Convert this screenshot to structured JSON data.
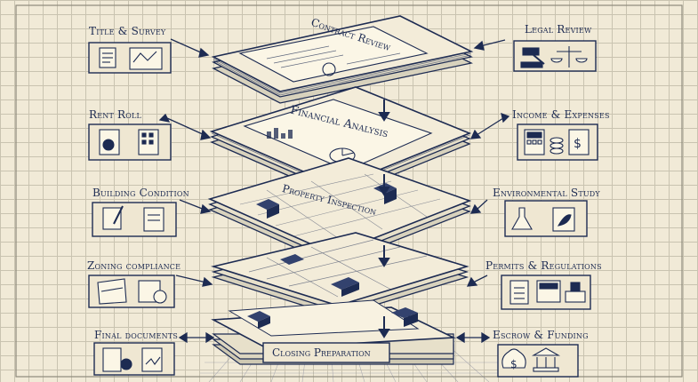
{
  "layers": [
    {
      "label": "Contract Review"
    },
    {
      "label": "Financial Analysis"
    },
    {
      "label": "Property Inspection"
    },
    {
      "label": "Closing Preparation"
    }
  ],
  "left_items": [
    {
      "label": "Title & Survey",
      "icons": [
        "document-icon",
        "survey-map-icon"
      ]
    },
    {
      "label": "Rent Roll",
      "icons": [
        "money-document-icon",
        "building-icon"
      ]
    },
    {
      "label": "Building Condition",
      "icons": [
        "checklist-pen-icon",
        "clipboard-icon"
      ]
    },
    {
      "label": "Zoning compliance",
      "icons": [
        "zoning-map-icon",
        "approved-document-icon"
      ]
    },
    {
      "label": "Final documents",
      "icons": [
        "money-document-icon",
        "signed-document-icon"
      ]
    }
  ],
  "right_items": [
    {
      "label": "Legal Review",
      "icons": [
        "gavel-icon",
        "scales-icon"
      ]
    },
    {
      "label": "Income & Expenses",
      "icons": [
        "calculator-icon",
        "coins-icon",
        "dollar-document-icon"
      ]
    },
    {
      "label": "Environmental Study",
      "icons": [
        "flask-icon",
        "leaf-document-icon"
      ]
    },
    {
      "label": "Permits & Regulations",
      "icons": [
        "checklist-icon",
        "calculator-icon",
        "stamp-icon"
      ]
    },
    {
      "label": "Escrow & Funding",
      "icons": [
        "money-bag-icon",
        "bank-icon"
      ]
    }
  ],
  "colors": {
    "ink": "#1d2b52",
    "paper": "#f1ead7",
    "grid": "#c9c3b0"
  }
}
